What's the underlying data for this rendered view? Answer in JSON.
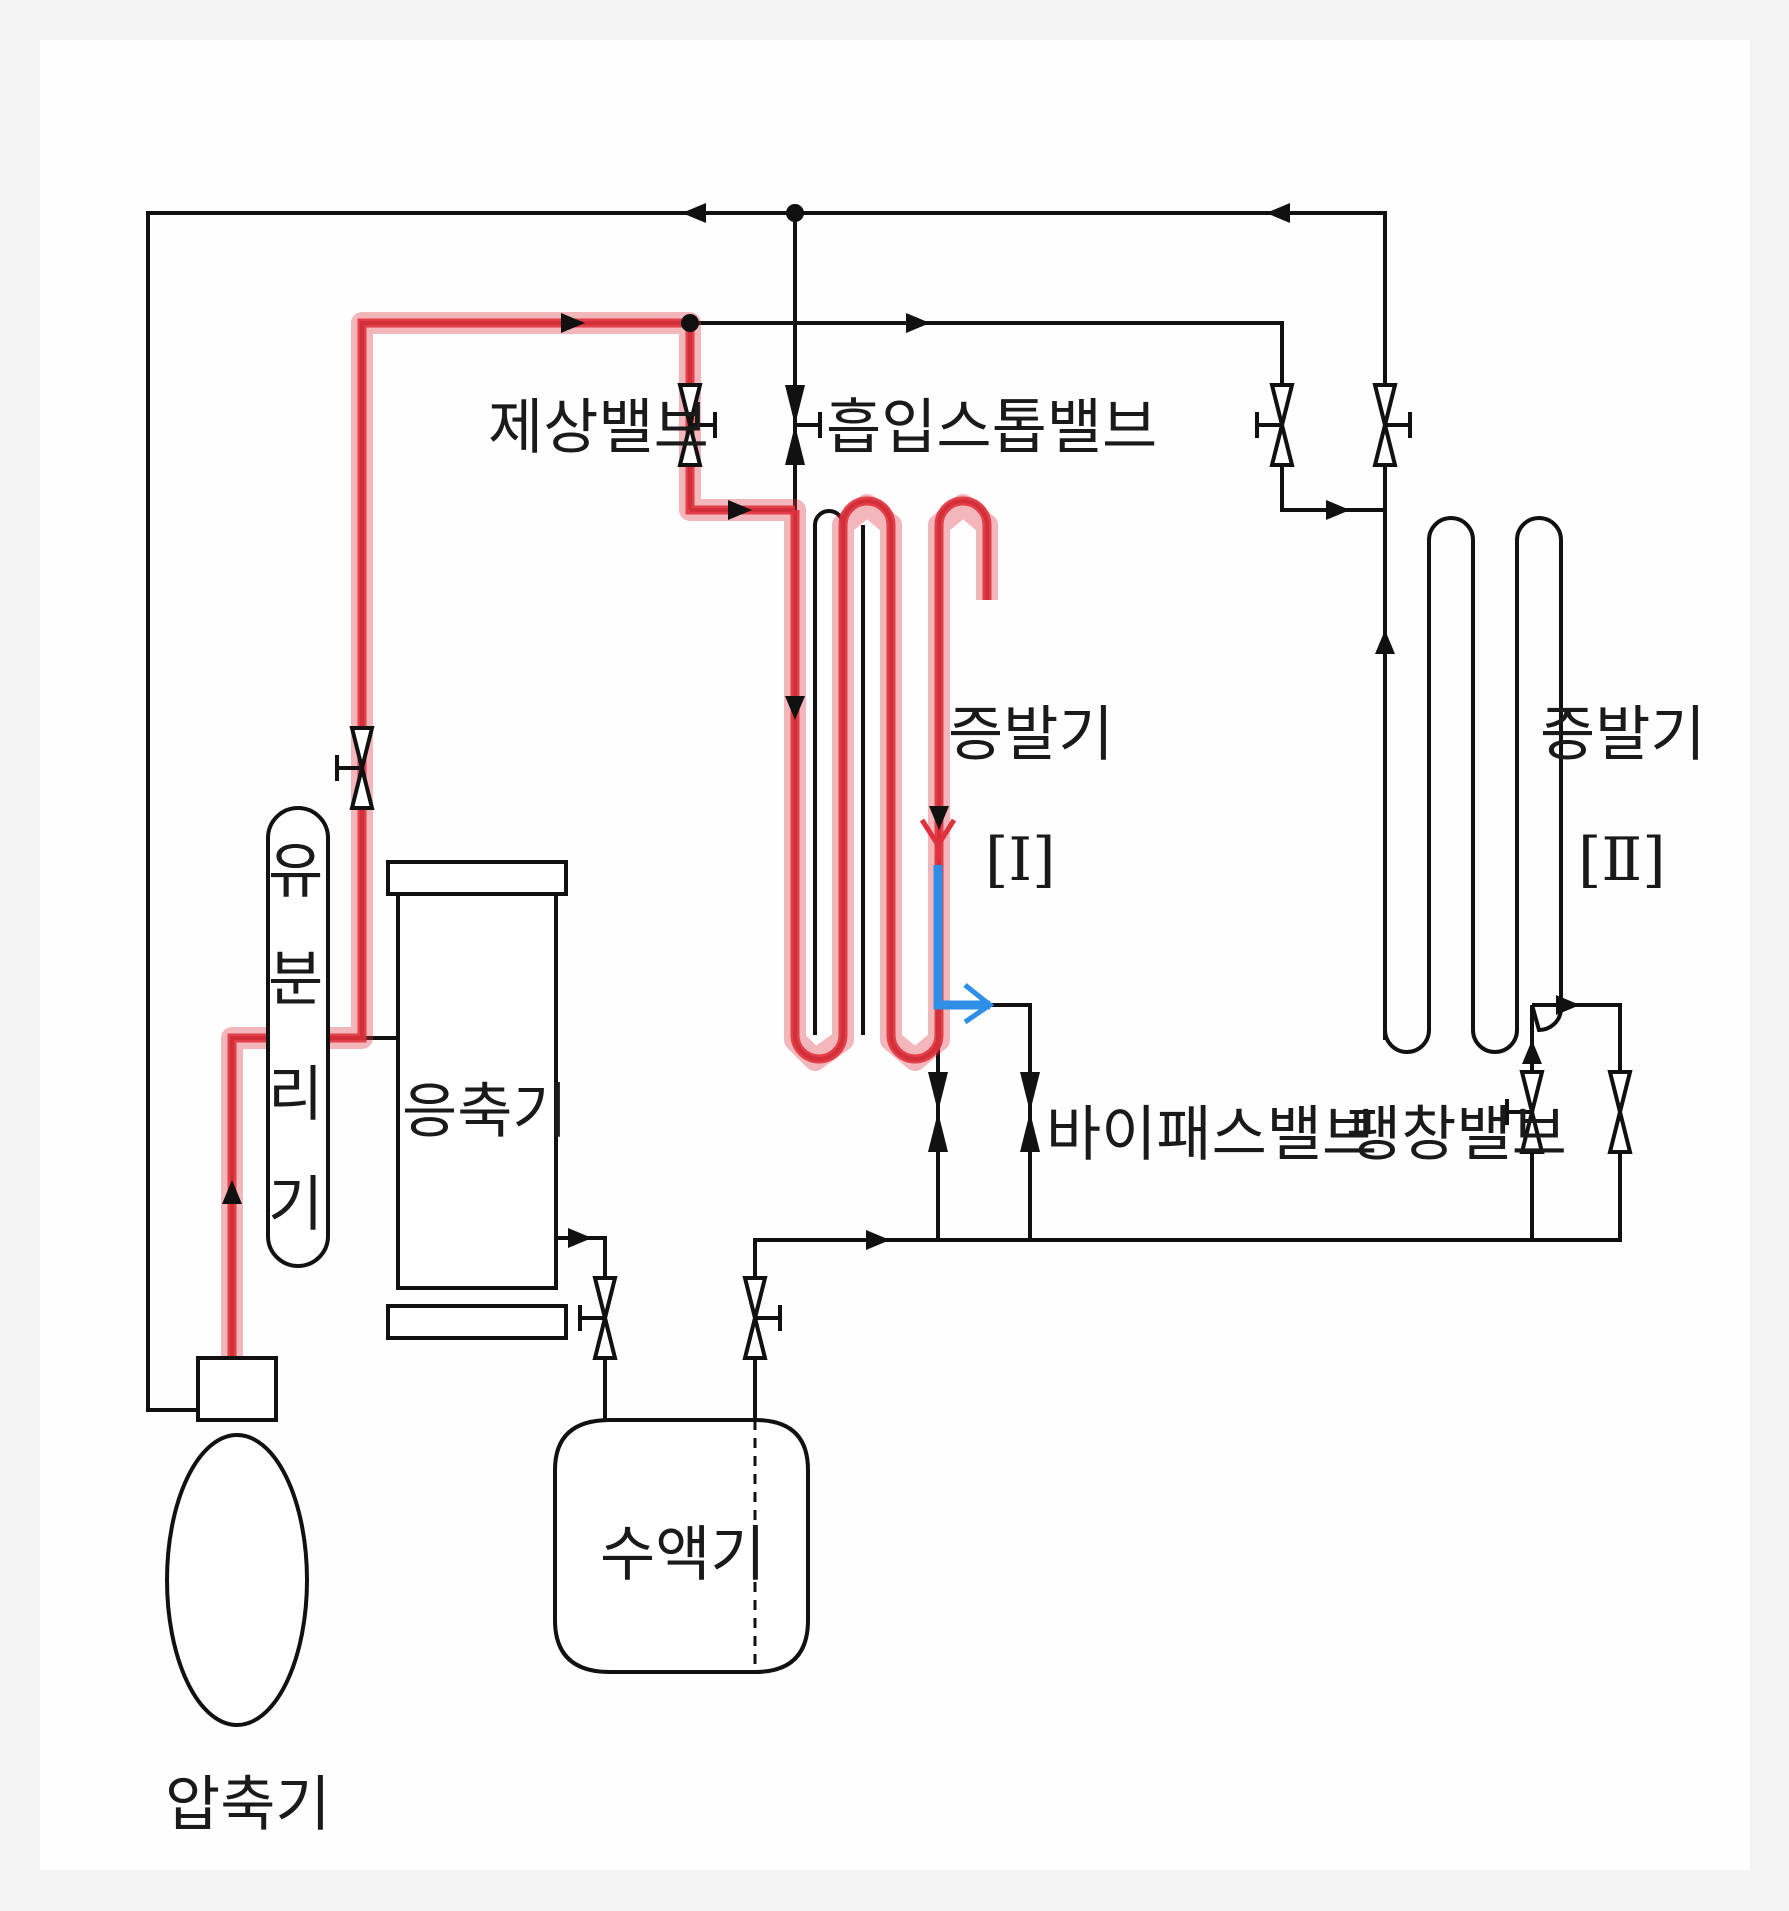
{
  "labels": {
    "defrost_valve": "제상밸브",
    "suction_stop_valve": "흡입스톱밸브",
    "evaporator_1": "증발기",
    "evaporator_1_index": "[Ⅰ]",
    "evaporator_2": "증발기",
    "evaporator_2_index": "[Ⅱ]",
    "oil_separator": [
      "유",
      "분",
      "리",
      "기"
    ],
    "condenser": "응축기",
    "bypass_valve": "바이패스밸브",
    "expansion_valve": "팽창밸브",
    "receiver": "수액기",
    "compressor": "압축기"
  },
  "colors": {
    "hot_gas_path": "#e0323c",
    "bypass_path": "#2f8fe6",
    "line": "#111111"
  }
}
